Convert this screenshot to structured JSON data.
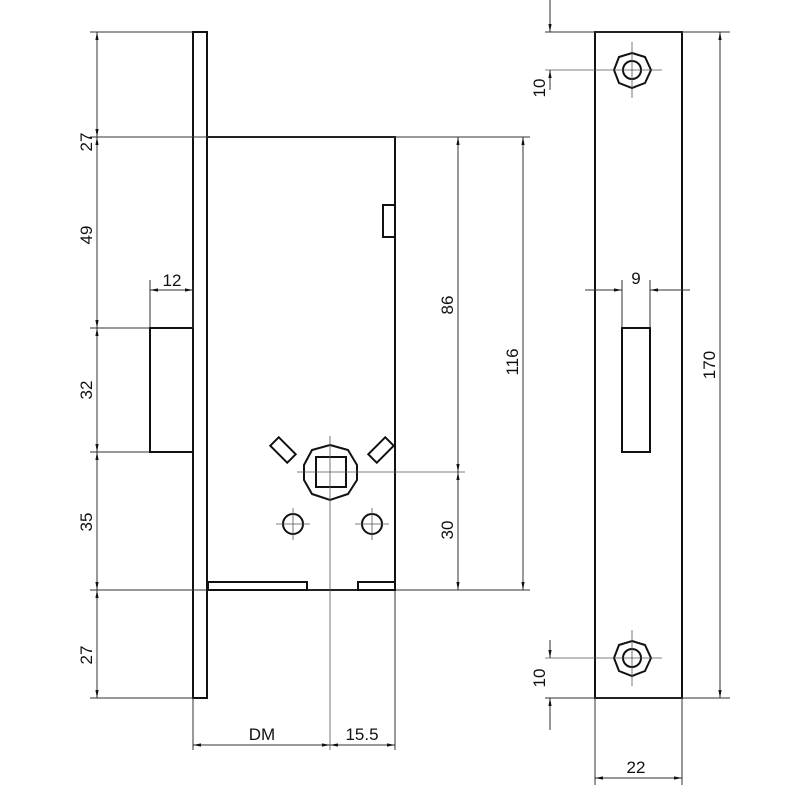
{
  "drawing": {
    "left_dims": [
      "27",
      "49",
      "32",
      "35",
      "27"
    ],
    "bolt_width": "12",
    "dim_86": "86",
    "dim_30": "30",
    "dim_116": "116",
    "dim_dm": "DM",
    "dim_15_5": "15.5",
    "strike_hole_top": "10",
    "strike_hole_bottom": "10",
    "strike_slot_width": "9",
    "strike_height": "170",
    "strike_width": "22",
    "line_color": "#111111"
  }
}
